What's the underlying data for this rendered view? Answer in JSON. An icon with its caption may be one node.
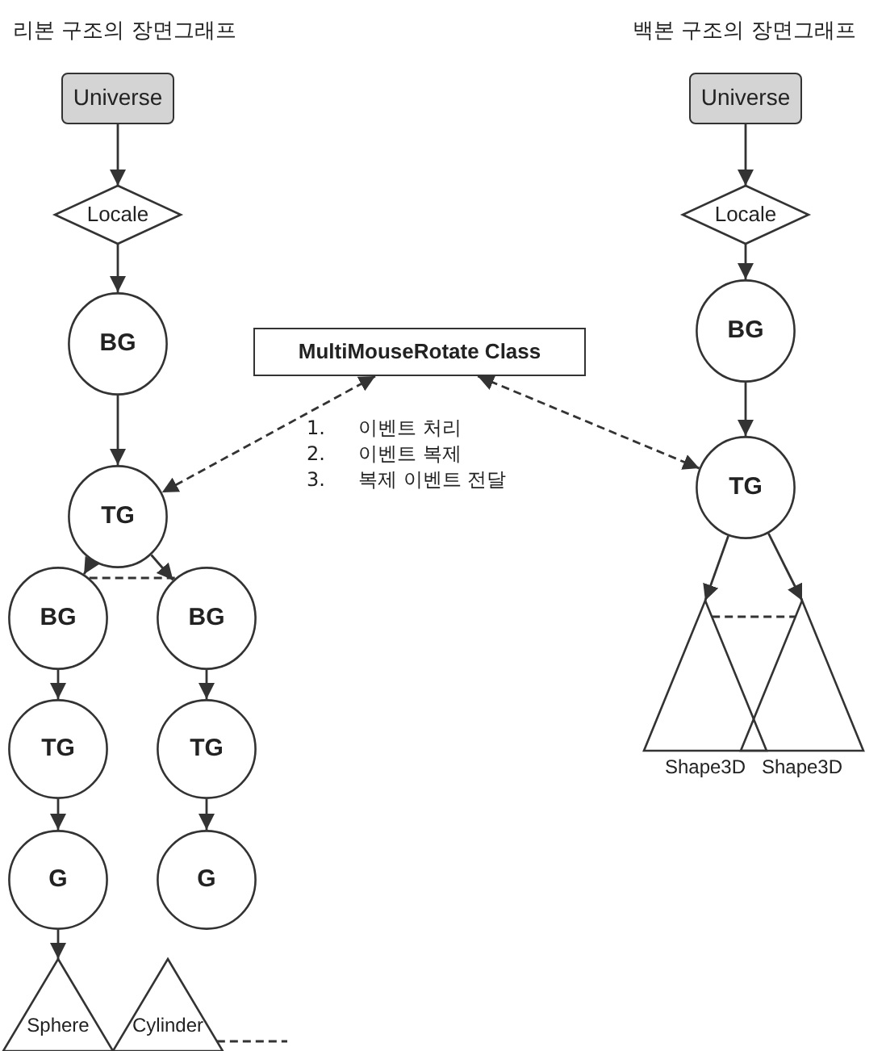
{
  "diagram": {
    "nodes": [
      {
        "text": [
          "Universe"
        ]
      },
      {
        "text": [
          "Locale"
        ]
      },
      {
        "text": [
          "BG"
        ]
      },
      {
        "text": [
          "TG"
        ]
      },
      {
        "text": [
          "BG"
        ]
      },
      {
        "text": [
          "BG"
        ]
      },
      {
        "text": [
          "TG"
        ]
      },
      {
        "text": [
          "TG"
        ]
      },
      {
        "text": [
          "G"
        ]
      },
      {
        "text": [
          "G"
        ]
      },
      {
        "text": [
          "Sphere"
        ]
      },
      {
        "text": [
          "Cylinder"
        ]
      },
      {
        "text": [
          "MultiMouseRotate Class"
        ]
      },
      {
        "text": [
          "Universe"
        ]
      },
      {
        "text": [
          "Locale"
        ]
      },
      {
        "text": [
          "BG"
        ]
      },
      {
        "text": [
          "TG"
        ]
      },
      {
        "text": [
          "Shape3D"
        ]
      },
      {
        "text": [
          "Shape3D"
        ]
      }
    ],
    "edges": [
      {
        "from": 0,
        "to": 1,
        "arrow": "to"
      },
      {
        "from": 1,
        "to": 2,
        "arrow": "to"
      },
      {
        "from": 2,
        "to": 3,
        "arrow": "to"
      },
      {
        "from": 3,
        "to": 4,
        "arrow": "to"
      },
      {
        "from": 3,
        "to": 5,
        "arrow": "to"
      },
      {
        "from": 4,
        "to": 5,
        "arrow": "none",
        "style": "dashed"
      },
      {
        "from": 4,
        "to": 6,
        "arrow": "to"
      },
      {
        "from": 5,
        "to": 7,
        "arrow": "to"
      },
      {
        "from": 6,
        "to": 8,
        "arrow": "to"
      },
      {
        "from": 7,
        "to": 9,
        "arrow": "to"
      },
      {
        "from": 8,
        "to": 10,
        "arrow": "to"
      },
      {
        "from": 11,
        "to": null,
        "arrow": "none",
        "style": "dashed"
      },
      {
        "from": 12,
        "to": 3,
        "arrow": "both",
        "style": "dashed"
      },
      {
        "from": 12,
        "to": 16,
        "arrow": "both",
        "style": "dashed"
      },
      {
        "from": 13,
        "to": 14,
        "arrow": "to"
      },
      {
        "from": 14,
        "to": 15,
        "arrow": "to"
      },
      {
        "from": 15,
        "to": 16,
        "arrow": "to"
      },
      {
        "from": 16,
        "to": 17,
        "arrow": "to"
      },
      {
        "from": 16,
        "to": 18,
        "arrow": "to"
      },
      {
        "from": 17,
        "to": 18,
        "arrow": "none",
        "style": "dashed"
      }
    ],
    "labels": [
      "리본 구조의 장면그래프",
      "백본 구조의 장면그래프",
      "1.",
      "이벤트 처리",
      "2.",
      "이벤트 복제",
      "3.",
      "복제 이벤트 전달"
    ]
  }
}
